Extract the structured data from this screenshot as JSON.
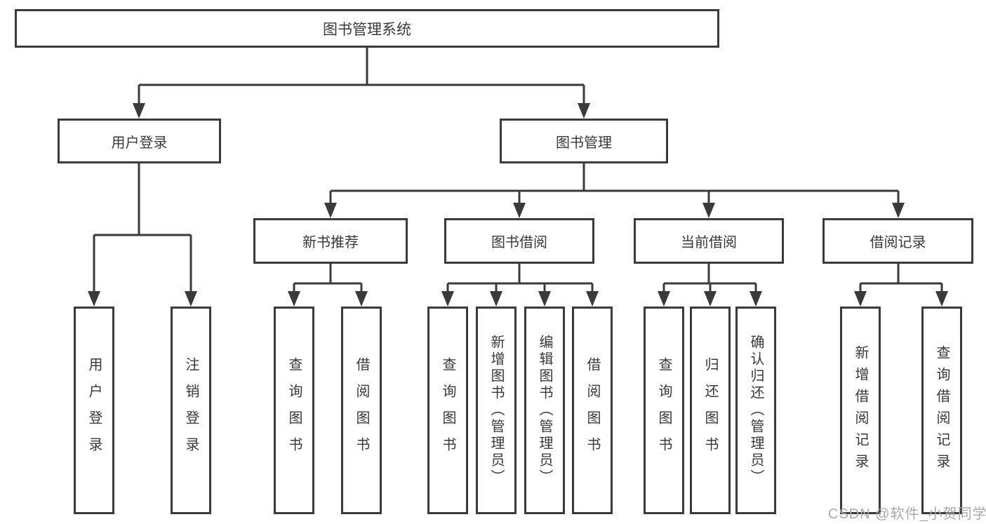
{
  "diagram": {
    "root": "图书管理系统",
    "level2": [
      "用户登录",
      "图书管理"
    ],
    "level3": [
      "新书推荐",
      "图书借阅",
      "当前借阅",
      "借阅记录"
    ],
    "leaves_user": [
      "用户登录",
      "注销登录"
    ],
    "leaves_newbook": [
      "查询图书",
      "借阅图书"
    ],
    "leaves_borrow": [
      "查询图书",
      "新增图书（管理员）",
      "编辑图书（管理员）",
      "借阅图书"
    ],
    "leaves_current": [
      "查询图书",
      "归还图书",
      "确认归还（管理员）"
    ],
    "leaves_records": [
      "新增借阅记录",
      "查询借阅记录"
    ]
  },
  "watermark": {
    "text": "CSDN @软件_小贺同学"
  },
  "colors": {
    "line": "#3a3a3c",
    "text": "#39393b",
    "watermark": "#a9a9ab",
    "background": "#ffffff"
  }
}
